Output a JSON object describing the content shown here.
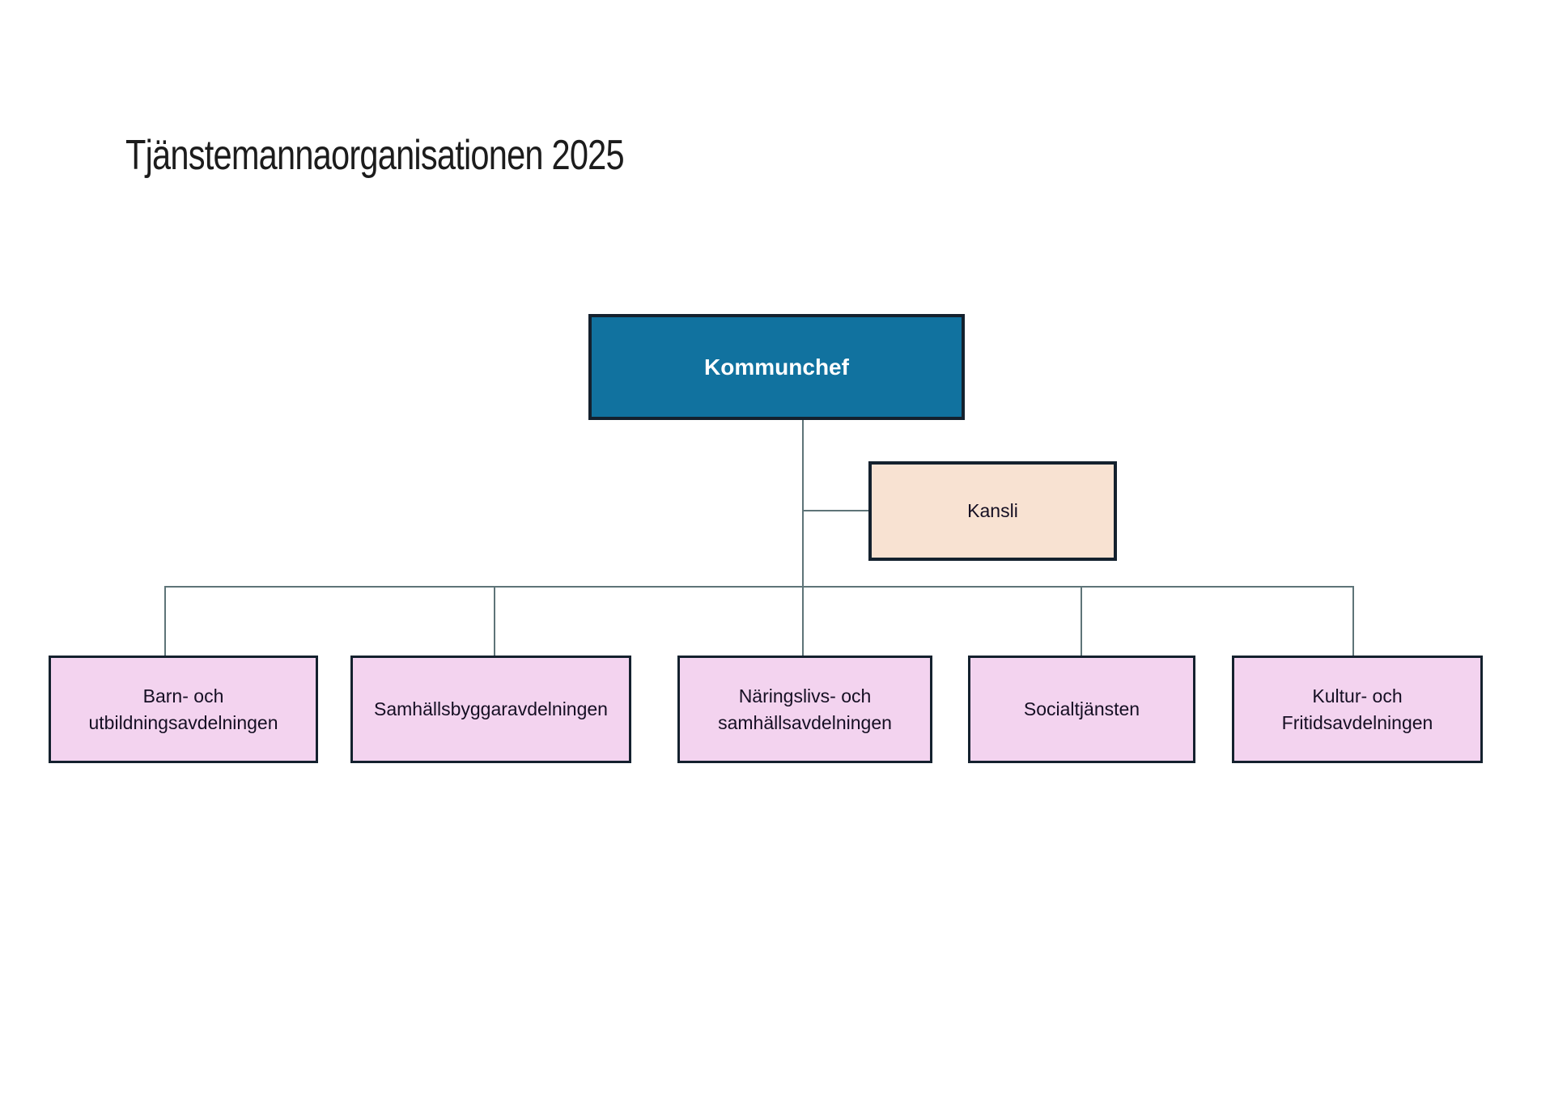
{
  "page": {
    "title": "Tjänstemannaorganisationen 2025"
  },
  "org_chart": {
    "root": {
      "label": "Kommunchef"
    },
    "staff_unit": {
      "label": "Kansli"
    },
    "departments": [
      {
        "label": "Barn- och utbildningsavdelningen",
        "line1": "Barn- och",
        "line2": "utbildningsavdelningen"
      },
      {
        "label": "Samhällsbyggaravdelningen",
        "line1": "Samhällsbyggaravdelningen",
        "line2": ""
      },
      {
        "label": "Näringslivs- och samhällsavdelningen",
        "line1": "Näringslivs- och",
        "line2": "samhällsavdelningen"
      },
      {
        "label": "Socialtjänsten",
        "line1": "Socialtjänsten",
        "line2": ""
      },
      {
        "label": "Kultur- och Fritidsavdelningen",
        "line1": "Kultur- och",
        "line2": "Fritidsavdelningen"
      }
    ],
    "colors": {
      "root_fill": "#11729F",
      "root_text": "#FFFFFF",
      "staff_fill": "#F8E2D2",
      "department_fill": "#F3D3EF",
      "box_border": "#14212E",
      "connector": "#5E7478",
      "title_text": "#1C1C1C",
      "box_text": "#150F23",
      "page_bg": "#FFFFFF"
    }
  }
}
